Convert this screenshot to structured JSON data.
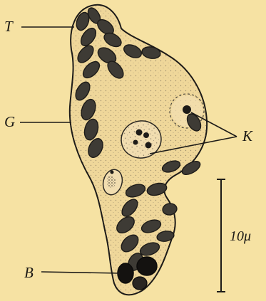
{
  "figure": {
    "labels": {
      "T": "T",
      "G": "G",
      "K": "K",
      "B": "B"
    },
    "scale_bar": {
      "label": "10μ"
    },
    "colors": {
      "background": "#f6e2a3",
      "ink": "#1d1b18",
      "cytoplasm": "#efd79a"
    }
  }
}
